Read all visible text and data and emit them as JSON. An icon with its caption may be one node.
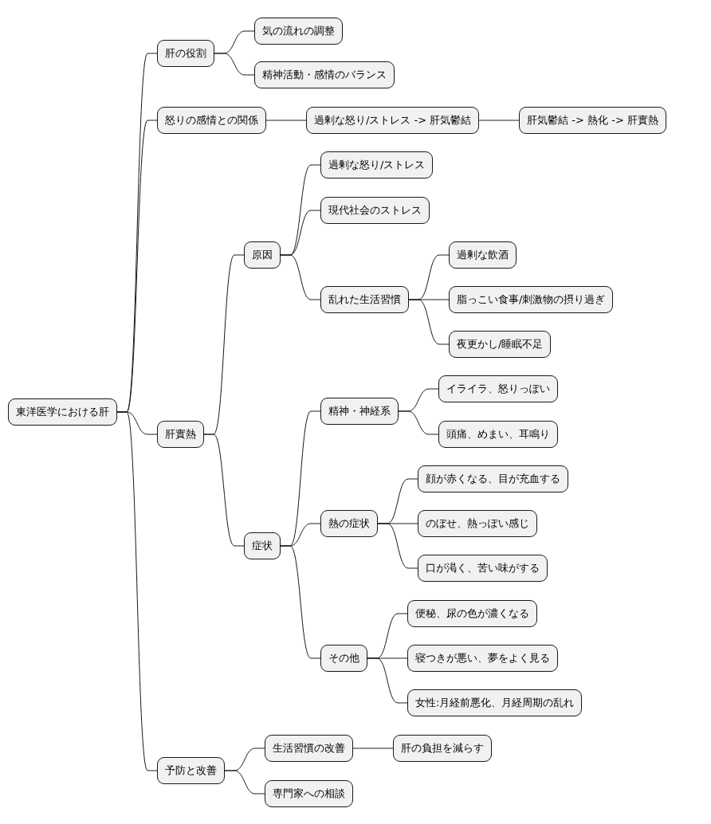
{
  "diagram": {
    "nodes": [
      {
        "text": [
          "東洋医学における肝"
        ]
      },
      {
        "text": [
          "肝の役割"
        ]
      },
      {
        "text": [
          "気の流れの調整"
        ]
      },
      {
        "text": [
          "精神活動・感情のバランス"
        ]
      },
      {
        "text": [
          "怒りの感情との関係"
        ]
      },
      {
        "text": [
          "過剰な怒り/ストレス -> 肝気鬱結"
        ]
      },
      {
        "text": [
          "肝気鬱結 -> 熱化 -> 肝實熱"
        ]
      },
      {
        "text": [
          "肝實熱"
        ]
      },
      {
        "text": [
          "原因"
        ]
      },
      {
        "text": [
          "過剰な怒り/ストレス"
        ]
      },
      {
        "text": [
          "現代社会のストレス"
        ]
      },
      {
        "text": [
          "乱れた生活習慣"
        ]
      },
      {
        "text": [
          "過剰な飲酒"
        ]
      },
      {
        "text": [
          "脂っこい食事/刺激物の摂り過ぎ"
        ]
      },
      {
        "text": [
          "夜更かし/睡眠不足"
        ]
      },
      {
        "text": [
          "症状"
        ]
      },
      {
        "text": [
          "精神・神経系"
        ]
      },
      {
        "text": [
          "イライラ、怒りっぽい"
        ]
      },
      {
        "text": [
          "頭痛、めまい、耳鳴り"
        ]
      },
      {
        "text": [
          "熱の症状"
        ]
      },
      {
        "text": [
          "顔が赤くなる、目が充血する"
        ]
      },
      {
        "text": [
          "のぼせ、熱っぽい感じ"
        ]
      },
      {
        "text": [
          "口が渇く、苦い味がする"
        ]
      },
      {
        "text": [
          "その他"
        ]
      },
      {
        "text": [
          "便秘、尿の色が濃くなる"
        ]
      },
      {
        "text": [
          "寝つきが悪い、夢をよく見る"
        ]
      },
      {
        "text": [
          "女性:月経前悪化、月経周期の乱れ"
        ]
      },
      {
        "text": [
          "予防と改善"
        ]
      },
      {
        "text": [
          "生活習慣の改善"
        ]
      },
      {
        "text": [
          "肝の負担を減らす"
        ]
      },
      {
        "text": [
          "専門家への相談"
        ]
      }
    ],
    "edges": [
      {
        "from": 0,
        "to": 1,
        "arrow": "none"
      },
      {
        "from": 1,
        "to": 2,
        "arrow": "none"
      },
      {
        "from": 1,
        "to": 3,
        "arrow": "none"
      },
      {
        "from": 0,
        "to": 4,
        "arrow": "none"
      },
      {
        "from": 4,
        "to": 5,
        "arrow": "none"
      },
      {
        "from": 5,
        "to": 6,
        "arrow": "none"
      },
      {
        "from": 0,
        "to": 7,
        "arrow": "none"
      },
      {
        "from": 7,
        "to": 8,
        "arrow": "none"
      },
      {
        "from": 8,
        "to": 9,
        "arrow": "none"
      },
      {
        "from": 8,
        "to": 10,
        "arrow": "none"
      },
      {
        "from": 8,
        "to": 11,
        "arrow": "none"
      },
      {
        "from": 11,
        "to": 12,
        "arrow": "none"
      },
      {
        "from": 11,
        "to": 13,
        "arrow": "none"
      },
      {
        "from": 11,
        "to": 14,
        "arrow": "none"
      },
      {
        "from": 7,
        "to": 15,
        "arrow": "none"
      },
      {
        "from": 15,
        "to": 16,
        "arrow": "none"
      },
      {
        "from": 16,
        "to": 17,
        "arrow": "none"
      },
      {
        "from": 16,
        "to": 18,
        "arrow": "none"
      },
      {
        "from": 15,
        "to": 19,
        "arrow": "none"
      },
      {
        "from": 19,
        "to": 20,
        "arrow": "none"
      },
      {
        "from": 19,
        "to": 21,
        "arrow": "none"
      },
      {
        "from": 19,
        "to": 22,
        "arrow": "none"
      },
      {
        "from": 15,
        "to": 23,
        "arrow": "none"
      },
      {
        "from": 23,
        "to": 24,
        "arrow": "none"
      },
      {
        "from": 23,
        "to": 25,
        "arrow": "none"
      },
      {
        "from": 23,
        "to": 26,
        "arrow": "none"
      },
      {
        "from": 0,
        "to": 27,
        "arrow": "none"
      },
      {
        "from": 27,
        "to": 28,
        "arrow": "none"
      },
      {
        "from": 28,
        "to": 29,
        "arrow": "none"
      },
      {
        "from": 27,
        "to": 30,
        "arrow": "none"
      }
    ]
  }
}
